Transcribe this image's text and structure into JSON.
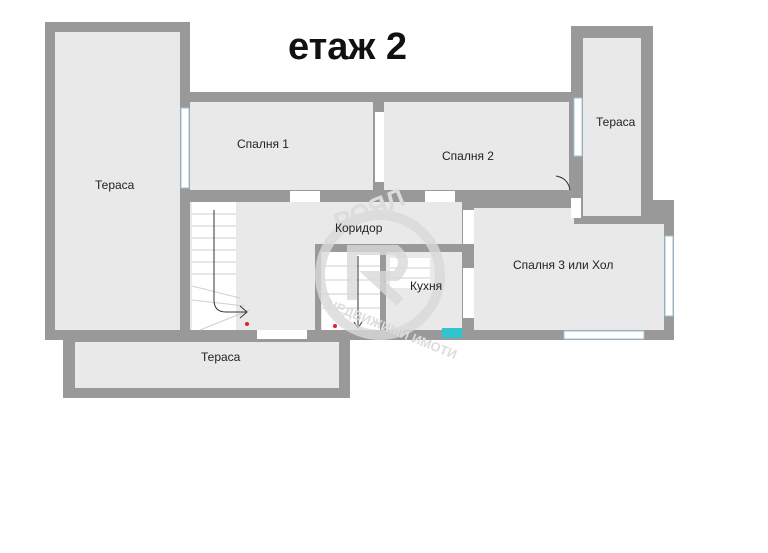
{
  "title": "етаж 2",
  "rooms": {
    "terrace_left": "Тераса",
    "bedroom1": "Спалня 1",
    "bedroom2": "Спалня 2",
    "terrace_right": "Тераса",
    "corridor": "Коридор",
    "kitchen": "Кухня",
    "bedroom3": "Спалня 3 или Хол",
    "terrace_bottom": "Тераса"
  },
  "watermark": {
    "top": "РОЯЛ",
    "bottom": "НЕДВИЖИМИ ИМОТИ"
  },
  "colors": {
    "wall": "#999999",
    "floor": "#e9e9e9",
    "window": "#9fc4d6",
    "sink": "#2fc4cf"
  }
}
